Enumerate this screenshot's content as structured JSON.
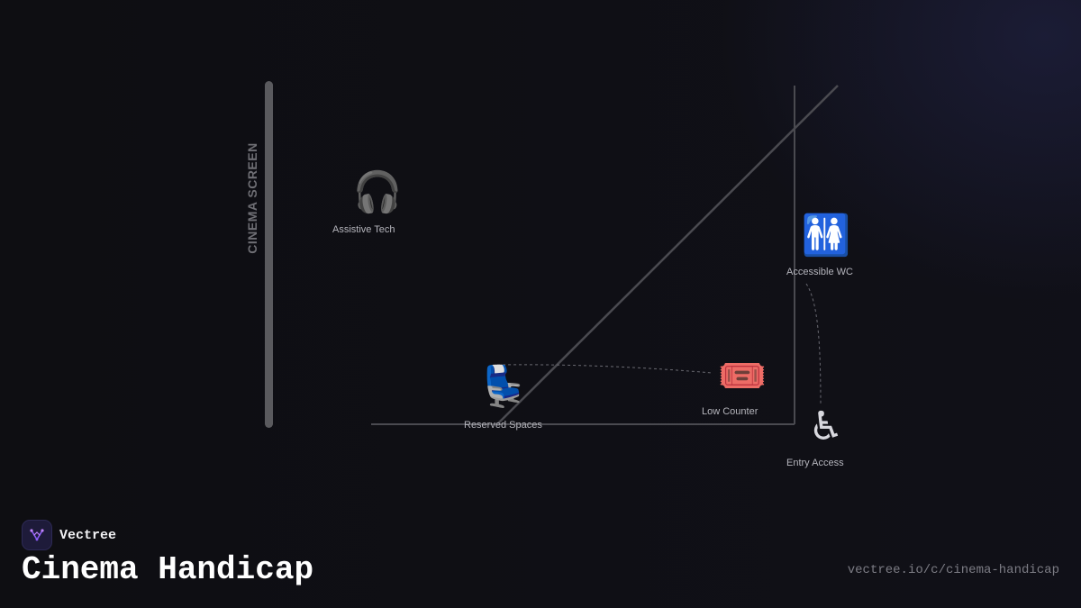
{
  "diagram": {
    "screen_label": "CINEMA SCREEN",
    "nodes": {
      "assistive_tech": {
        "label": "Assistive Tech",
        "icon": "headphones-icon",
        "glyph": "🎧"
      },
      "accessible_wc": {
        "label": "Accessible WC",
        "icon": "restroom-icon",
        "glyph": "🚻"
      },
      "reserved_spaces": {
        "label": "Reserved Spaces",
        "icon": "seat-icon",
        "glyph": "💺"
      },
      "low_counter": {
        "label": "Low Counter",
        "icon": "ticket-icon",
        "glyph": "🎟️"
      },
      "entry_access": {
        "label": "Entry Access",
        "icon": "wheelchair-icon",
        "glyph": "♿"
      }
    },
    "colors": {
      "background": "#0e0e12",
      "screen_bar": "#5a5a5e",
      "wall_lines": "#4a4a50",
      "dashed_paths": "#6a6a72",
      "accent": "#8b5cf6"
    }
  },
  "brand": {
    "name": "Vectree",
    "logo_icon": "vectree-logo-icon"
  },
  "page": {
    "title": "Cinema Handicap",
    "url": "vectree.io/c/cinema-handicap"
  }
}
